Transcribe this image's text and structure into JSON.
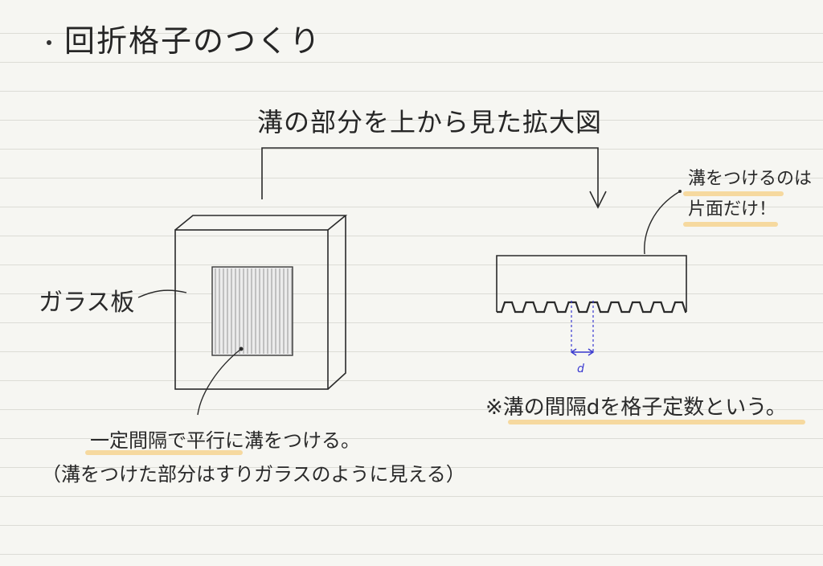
{
  "title": "回折格子のつくり",
  "heading": "溝の部分を上から見た拡大図",
  "labels": {
    "glass_plate": "ガラス板",
    "groove_spacing": "d"
  },
  "notes": {
    "one_side_line1": "溝をつけるのは",
    "one_side_line2": "片面だけ！",
    "parallel_grooves": "一定間隔で平行に溝をつける。",
    "frosted_glass": "（溝をつけた部分はすりガラスのように見える）",
    "grating_constant": "※溝の間隔dを格子定数という。"
  },
  "colors": {
    "ink": "#2a2a2a",
    "highlight": "#f5d79a",
    "dimension": "#3a3ad0",
    "paper": "#f6f6f2",
    "rule": "#dcdcd6"
  }
}
